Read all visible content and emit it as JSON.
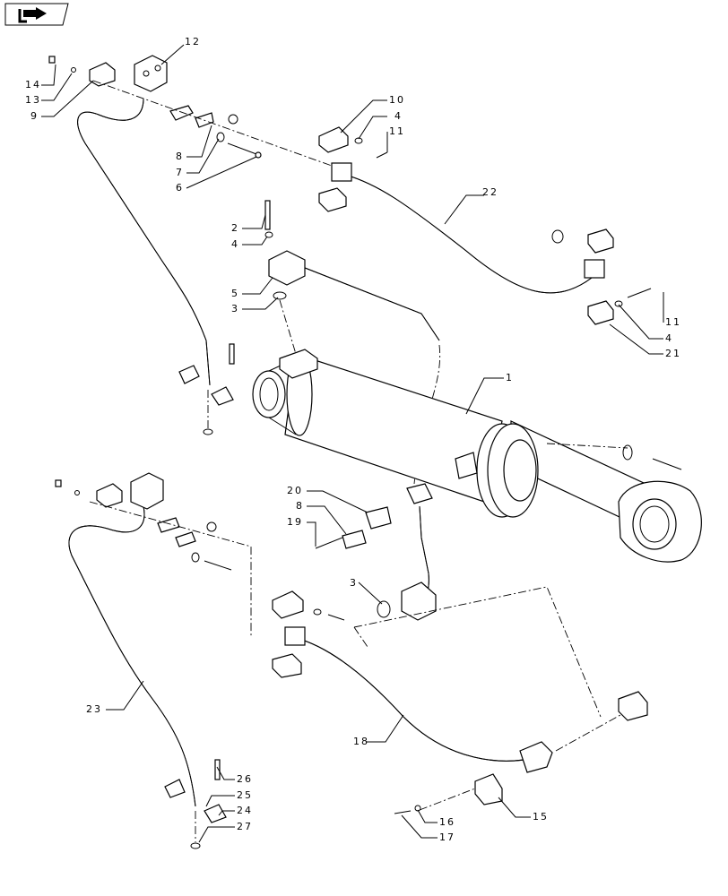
{
  "nav": {
    "icon": "return-arrow-icon"
  },
  "callouts": [
    {
      "id": "c12",
      "text": "12"
    },
    {
      "id": "c14",
      "text": "14"
    },
    {
      "id": "c13",
      "text": "13"
    },
    {
      "id": "c9",
      "text": "9"
    },
    {
      "id": "c10",
      "text": "10"
    },
    {
      "id": "c4a",
      "text": "4"
    },
    {
      "id": "c11a",
      "text": "11"
    },
    {
      "id": "c8a",
      "text": "8"
    },
    {
      "id": "c7",
      "text": "7"
    },
    {
      "id": "c6",
      "text": "6"
    },
    {
      "id": "c22",
      "text": "22"
    },
    {
      "id": "c2",
      "text": "2"
    },
    {
      "id": "c4b",
      "text": "4"
    },
    {
      "id": "c5",
      "text": "5"
    },
    {
      "id": "c3a",
      "text": "3"
    },
    {
      "id": "c11b",
      "text": "11"
    },
    {
      "id": "c4c",
      "text": "4"
    },
    {
      "id": "c21",
      "text": "21"
    },
    {
      "id": "c1",
      "text": "1"
    },
    {
      "id": "c20",
      "text": "20"
    },
    {
      "id": "c8b",
      "text": "8"
    },
    {
      "id": "c19",
      "text": "19"
    },
    {
      "id": "c3b",
      "text": "3"
    },
    {
      "id": "c23",
      "text": "23"
    },
    {
      "id": "c18",
      "text": "18"
    },
    {
      "id": "c26",
      "text": "26"
    },
    {
      "id": "c25",
      "text": "25"
    },
    {
      "id": "c24",
      "text": "24"
    },
    {
      "id": "c27",
      "text": "27"
    },
    {
      "id": "c15",
      "text": "15"
    },
    {
      "id": "c16",
      "text": "16"
    },
    {
      "id": "c17",
      "text": "17"
    }
  ]
}
